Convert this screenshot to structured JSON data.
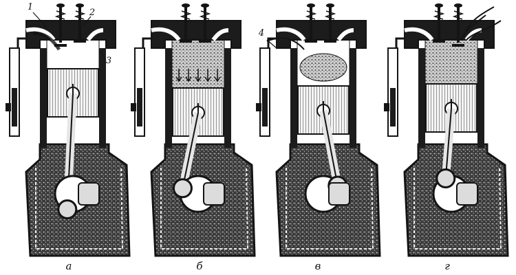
{
  "colors": {
    "ink": "#141414",
    "paper": "#ffffff",
    "wall": "#1c1c1c",
    "piston": "#f2f2f2",
    "charge": "#6a6a6a"
  },
  "panels": [
    {
      "caption": "а",
      "stroke": "intake",
      "callouts": [
        {
          "text": "1"
        },
        {
          "text": "2"
        },
        {
          "text": "3"
        }
      ]
    },
    {
      "caption": "б",
      "stroke": "compression",
      "callouts": []
    },
    {
      "caption": "в",
      "stroke": "power",
      "callouts": [
        {
          "text": "4"
        }
      ]
    },
    {
      "caption": "г",
      "stroke": "exhaust",
      "callouts": []
    }
  ]
}
